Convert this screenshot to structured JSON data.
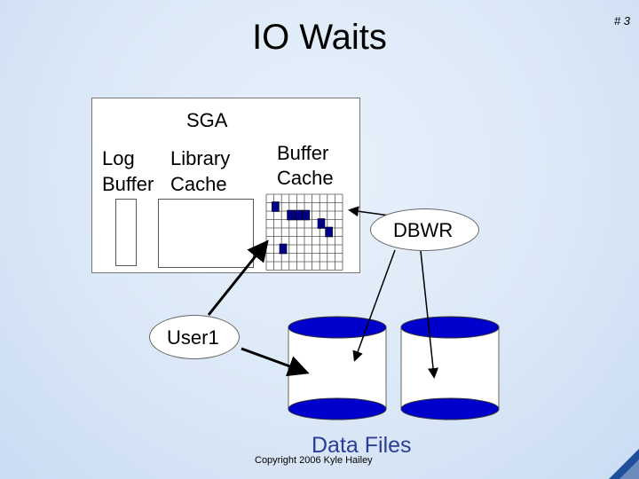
{
  "slide": {
    "title": "IO Waits",
    "slide_number": "# 3",
    "copyright": "Copyright 2006 Kyle Hailey"
  },
  "sga": {
    "label": "SGA",
    "log_buffer": {
      "line1": "Log",
      "line2": "Buffer"
    },
    "library_cache": {
      "line1": "Library",
      "line2": "Cache"
    },
    "buffer_cache": {
      "line1": "Buffer",
      "line2": "Cache"
    }
  },
  "processes": {
    "dbwr": "DBWR",
    "user1": "User1"
  },
  "storage": {
    "label": "Data Files"
  },
  "colors": {
    "background": "#dbe8f7",
    "block_fill": "#00008b",
    "cylinder_fill": "#0000cd",
    "data_files_text": "#2b3c99",
    "corner_accent": "#1f4f9c"
  }
}
